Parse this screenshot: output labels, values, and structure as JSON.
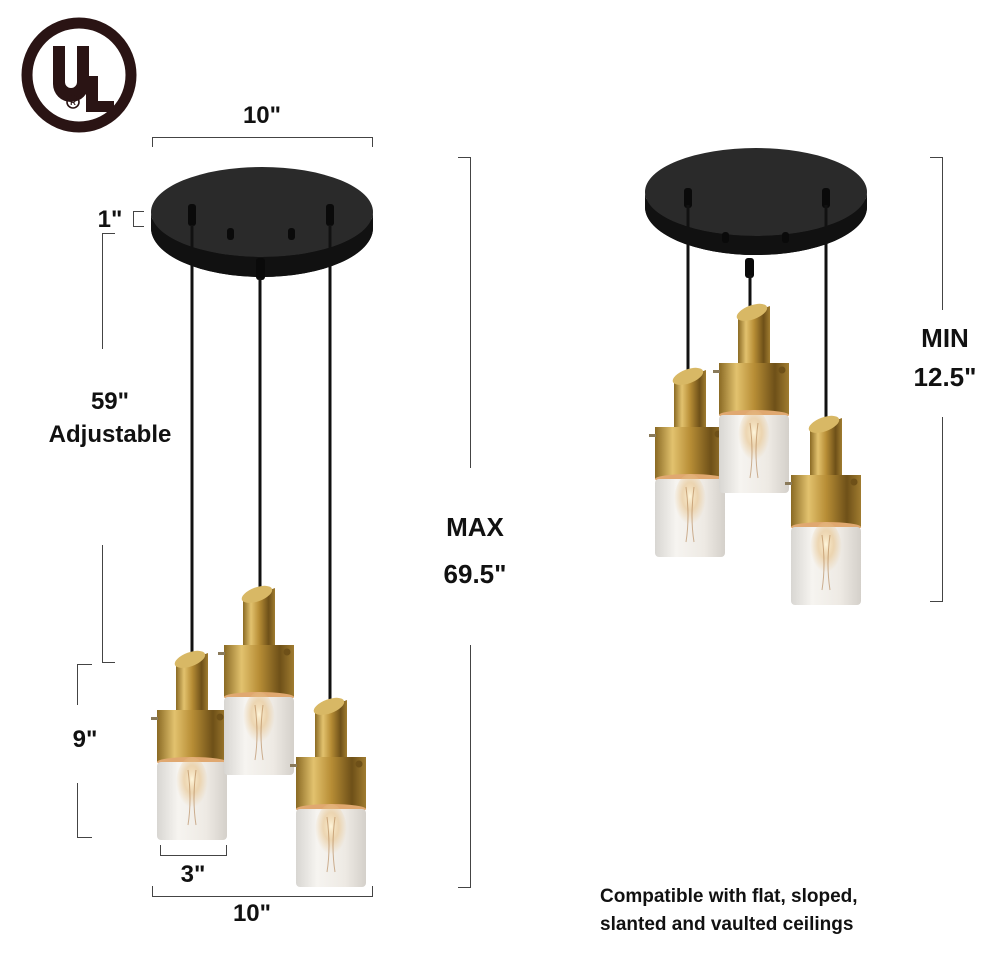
{
  "certification": {
    "logo_text": "UL",
    "registered_mark": "®",
    "color": "#2a1414"
  },
  "left_view": {
    "canopy_width_label": "10\"",
    "canopy_height_label": "1\"",
    "cord_length_label": "59\"",
    "cord_length_note": "Adjustable",
    "shade_height_label": "9\"",
    "shade_width_label": "3\"",
    "spread_width_label": "10\"",
    "max_height_title": "MAX",
    "max_height_value": "69.5\""
  },
  "right_view": {
    "min_height_title": "MIN",
    "min_height_value": "12.5\""
  },
  "compatibility_note": {
    "line1": "Compatible with flat, sloped,",
    "line2": "slanted and vaulted ceilings"
  },
  "colors": {
    "canopy": "#1a1a1a",
    "brass": "#c9a24a",
    "glass": "#ecebe8",
    "dimension_line": "#444444"
  }
}
